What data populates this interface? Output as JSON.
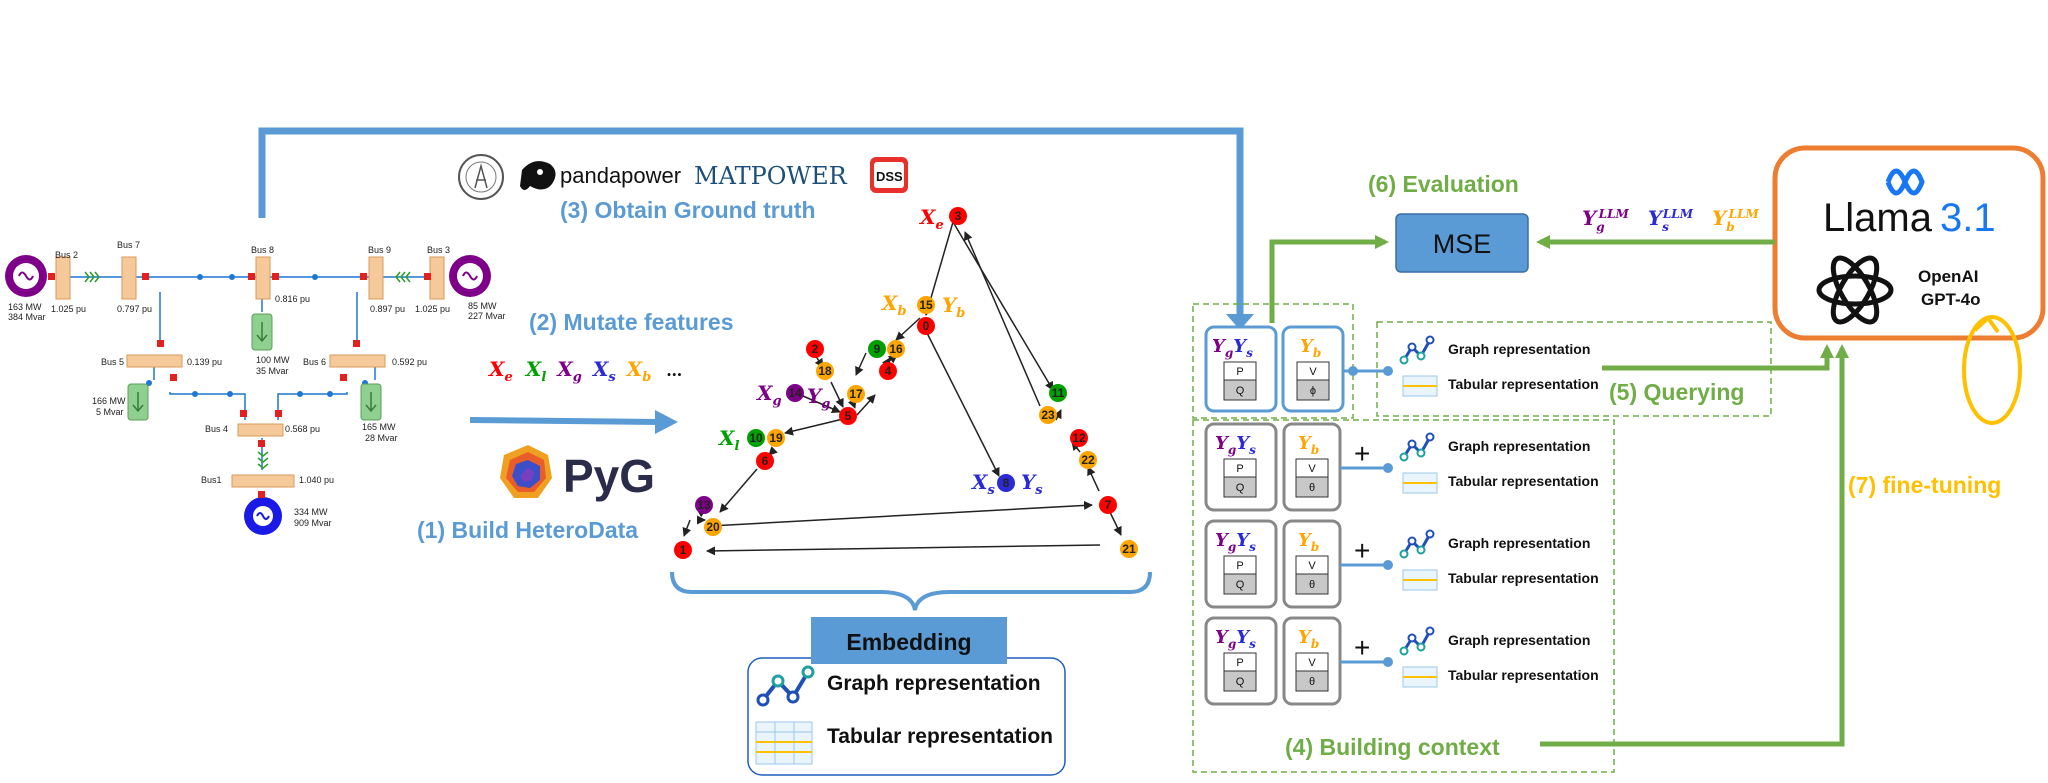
{
  "colors": {
    "blue": "#5b9bd5",
    "green": "#70ad47",
    "orange": "#ed7d31",
    "gold": "#ffc000",
    "red": "#ff0000",
    "purple": "#7f0088",
    "darkgreen": "#00a000",
    "nodeorange": "#ffa500",
    "ysblue": "#2b2bd6"
  },
  "grid": {
    "buses": [
      "Bus 2",
      "Bus 7",
      "Bus 8",
      "Bus 9",
      "Bus 3",
      "Bus 5",
      "Bus 6",
      "Bus 4",
      "Bus1"
    ],
    "voltages": [
      "1.025 pu",
      "0.797 pu",
      "0.816 pu",
      "0.897 pu",
      "1.025 pu",
      "0.139 pu",
      "0.592 pu",
      "0.568 pu",
      "1.040 pu"
    ],
    "gen_left": [
      "163 MW",
      "384 Mvar"
    ],
    "gen_right": [
      "85 MW",
      "227 Mvar"
    ],
    "gen_bottom": [
      "334 MW",
      "909 Mvar"
    ],
    "load8": [
      "100 MW",
      "35 Mvar"
    ],
    "load5": [
      "166 MW",
      "5 Mvar"
    ],
    "load6": [
      "165 MW",
      "28 Mvar"
    ]
  },
  "tools": {
    "pandapower": "pandapower",
    "matpower": "MATPOWER",
    "dss": "DSS"
  },
  "steps": {
    "s1": "(1) Build HeteroData",
    "s2": "(2) Mutate features",
    "s3": "(3) Obtain Ground truth",
    "s4": "(4) Building context",
    "s5": "(5) Querying",
    "s6": "(6) Evaluation",
    "s7": "(7) fine-tuning"
  },
  "mutate_features": [
    "X",
    "X",
    "X",
    "X",
    "X",
    "…"
  ],
  "mutate_subs": [
    "e",
    "l",
    "g",
    "s",
    "b"
  ],
  "pyg": "PyG",
  "embedding": {
    "title": "Embedding",
    "graph": "Graph representation",
    "tabular": "Tabular representation"
  },
  "graph_nodes": [
    "3",
    "0",
    "15",
    "16",
    "9",
    "2",
    "18",
    "4",
    "17",
    "14",
    "5",
    "10",
    "19",
    "6",
    "13",
    "20",
    "1",
    "8",
    "11",
    "23",
    "12",
    "22",
    "7",
    "21"
  ],
  "graph_labels": {
    "xe": "X",
    "xe_sub": "e",
    "xb": "X",
    "xb_sub": "b",
    "yb": "Y",
    "yb_sub": "b",
    "xg": "X",
    "xg_sub": "g",
    "yg": "Y",
    "yg_sub": "g",
    "xl": "X",
    "xl_sub": "l",
    "xs": "X",
    "xs_sub": "s",
    "ys": "Y",
    "ys_sub": "s"
  },
  "mse": "MSE",
  "llm_outputs": {
    "y": "Y",
    "subs": [
      "g",
      "s",
      "b"
    ],
    "sup": "LLM"
  },
  "llm": {
    "llama": "Llama",
    "llama_version": "3.1",
    "openai": "OpenAI",
    "gpt": "GPT-4o"
  },
  "context": {
    "yg": "Y",
    "yg_sub": "g",
    "ys": "Y",
    "ys_sub": "s",
    "yb": "Y",
    "yb_sub": "b",
    "p": "P",
    "q": "Q",
    "v": "V",
    "phi": "ϕ",
    "theta": "θ",
    "plus": "+",
    "graph": "Graph representation",
    "tabular": "Tabular representation"
  }
}
